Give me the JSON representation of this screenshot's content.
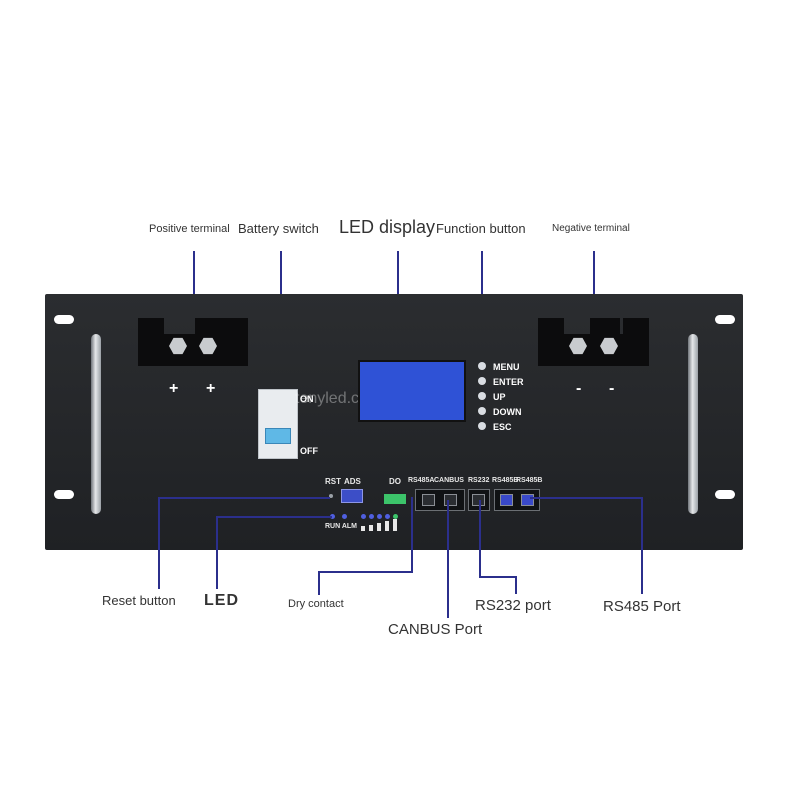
{
  "callouts": {
    "positive_terminal": "Positive terminal",
    "battery_switch": "Battery switch",
    "led_display": "LED display",
    "function_button": "Function button",
    "negative_terminal": "Negative terminal",
    "reset_button": "Reset button",
    "led": "LED",
    "dry_contact": "Dry contact",
    "canbus_port": "CANBUS Port",
    "rs232_port": "RS232 port",
    "rs485_port": "RS485 Port"
  },
  "panel": {
    "plus_sign": "+",
    "minus_sign": "-",
    "switch_on": "ON",
    "switch_off": "OFF",
    "watermark": "tenyled.com",
    "buttons": [
      "MENU",
      "ENTER",
      "UP",
      "DOWN",
      "ESC"
    ],
    "rst": "RST",
    "ads": "ADS",
    "do": "DO",
    "rs485a": "RS485A",
    "canbus": "CANBUS",
    "rs232": "RS232",
    "rs485b_1": "RS485B",
    "rs485b_2": "RS485B",
    "run_alm": "RUN ALM"
  },
  "colors": {
    "panel": "#26282b",
    "display": "#2f52d6",
    "callout_line": "#2b2f8c",
    "led_green": "#3cc46a",
    "led_blue": "#4f5fe0"
  }
}
